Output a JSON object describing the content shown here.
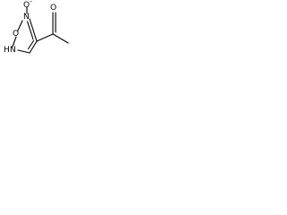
{
  "molecule": {
    "atoms": {
      "n_oxide_label": "N",
      "oxide_oxygen_label": "O",
      "oxide_charge": "-",
      "ring_oxygen_label": "O",
      "nh_label": "N",
      "h_label": "H",
      "carbonyl_oxygen_label": "O"
    },
    "colors": {
      "line": "#000000",
      "background": "#ffffff"
    }
  }
}
